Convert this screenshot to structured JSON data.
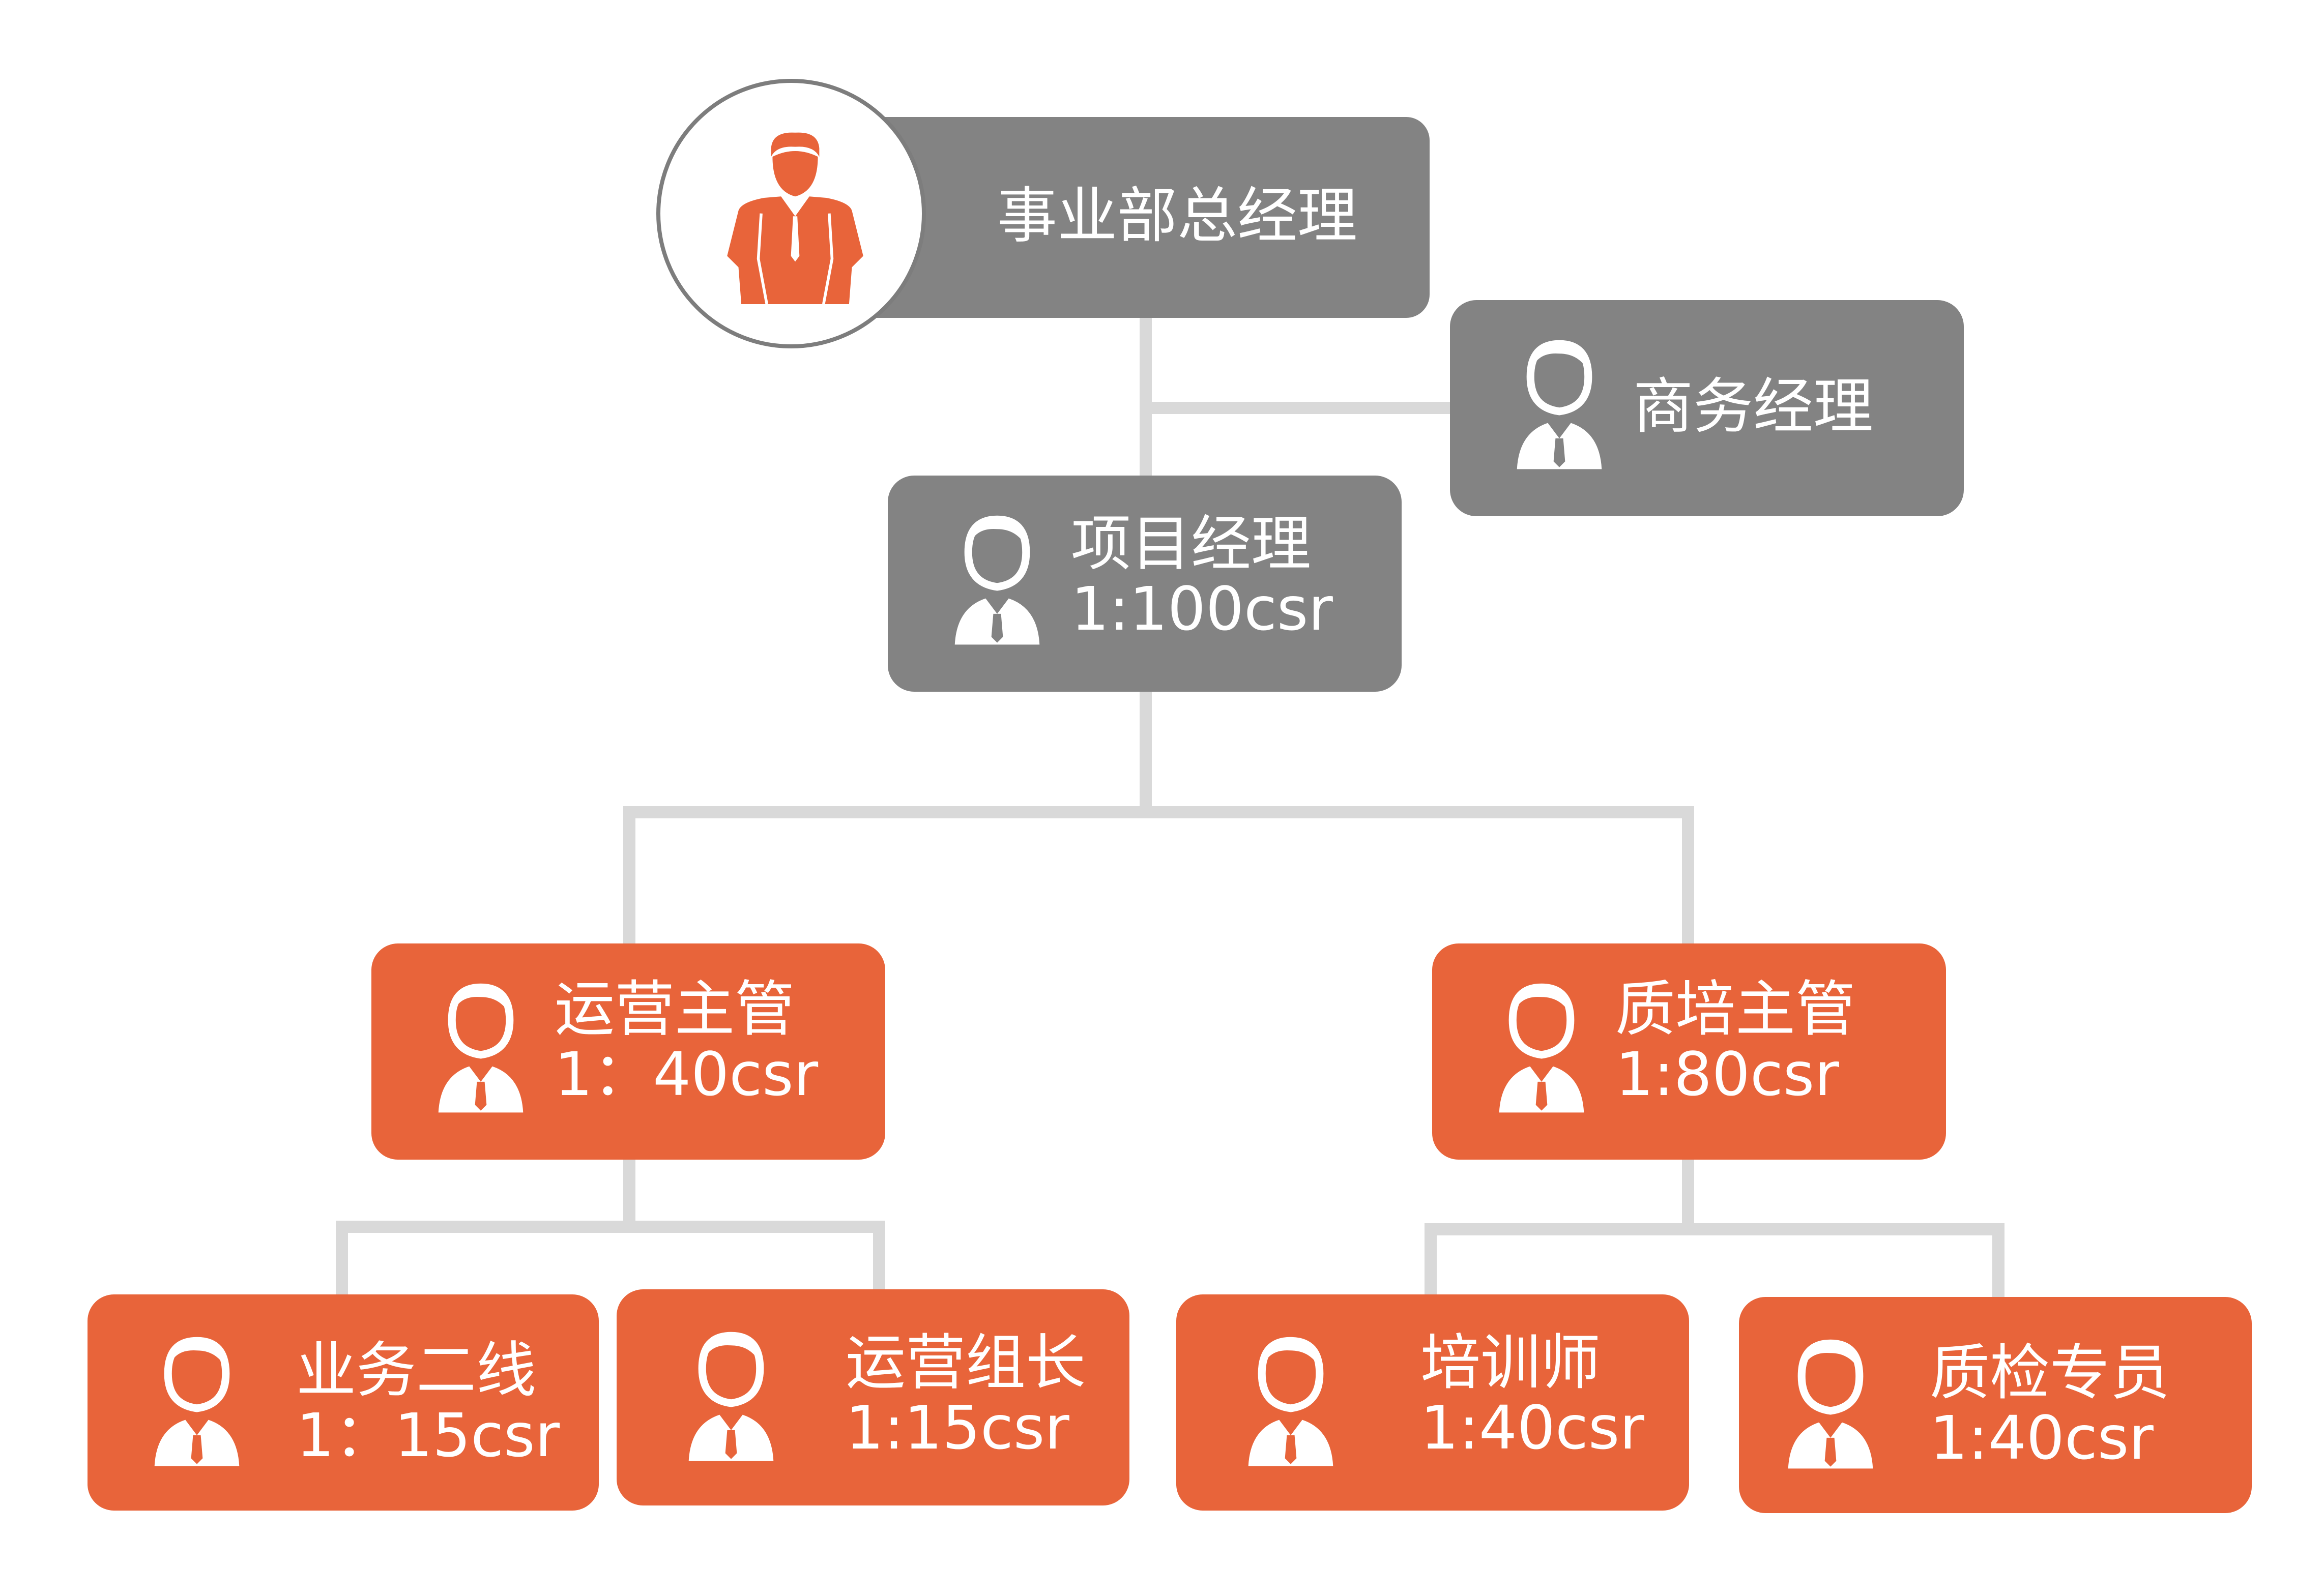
{
  "colors": {
    "grey_box": "#838383",
    "orange_box": "#e8643a",
    "connector": "#d9d9d9",
    "icon_fill_white": "#ffffff",
    "icon_fill_orange": "#e8643a"
  },
  "icons": {
    "executive": "person-suit-icon",
    "staff": "person-outline-icon"
  },
  "nodes": {
    "general_manager": {
      "title": "事业部总经理"
    },
    "business_manager": {
      "title": "商务经理"
    },
    "project_manager": {
      "title": "项目经理",
      "ratio": "1:100csr"
    },
    "ops_supervisor": {
      "title": "运营主管",
      "ratio": "1：40csr"
    },
    "qa_supervisor": {
      "title": "质培主管",
      "ratio": "1:80csr"
    },
    "business_line_two": {
      "title": "业务二线",
      "ratio": "1：15csr"
    },
    "ops_team_lead": {
      "title": "运营组长",
      "ratio": "1:15csr"
    },
    "trainer": {
      "title": "培训师",
      "ratio": "1:40csr"
    },
    "qa_specialist": {
      "title": "质检专员",
      "ratio": "1:40csr"
    }
  }
}
